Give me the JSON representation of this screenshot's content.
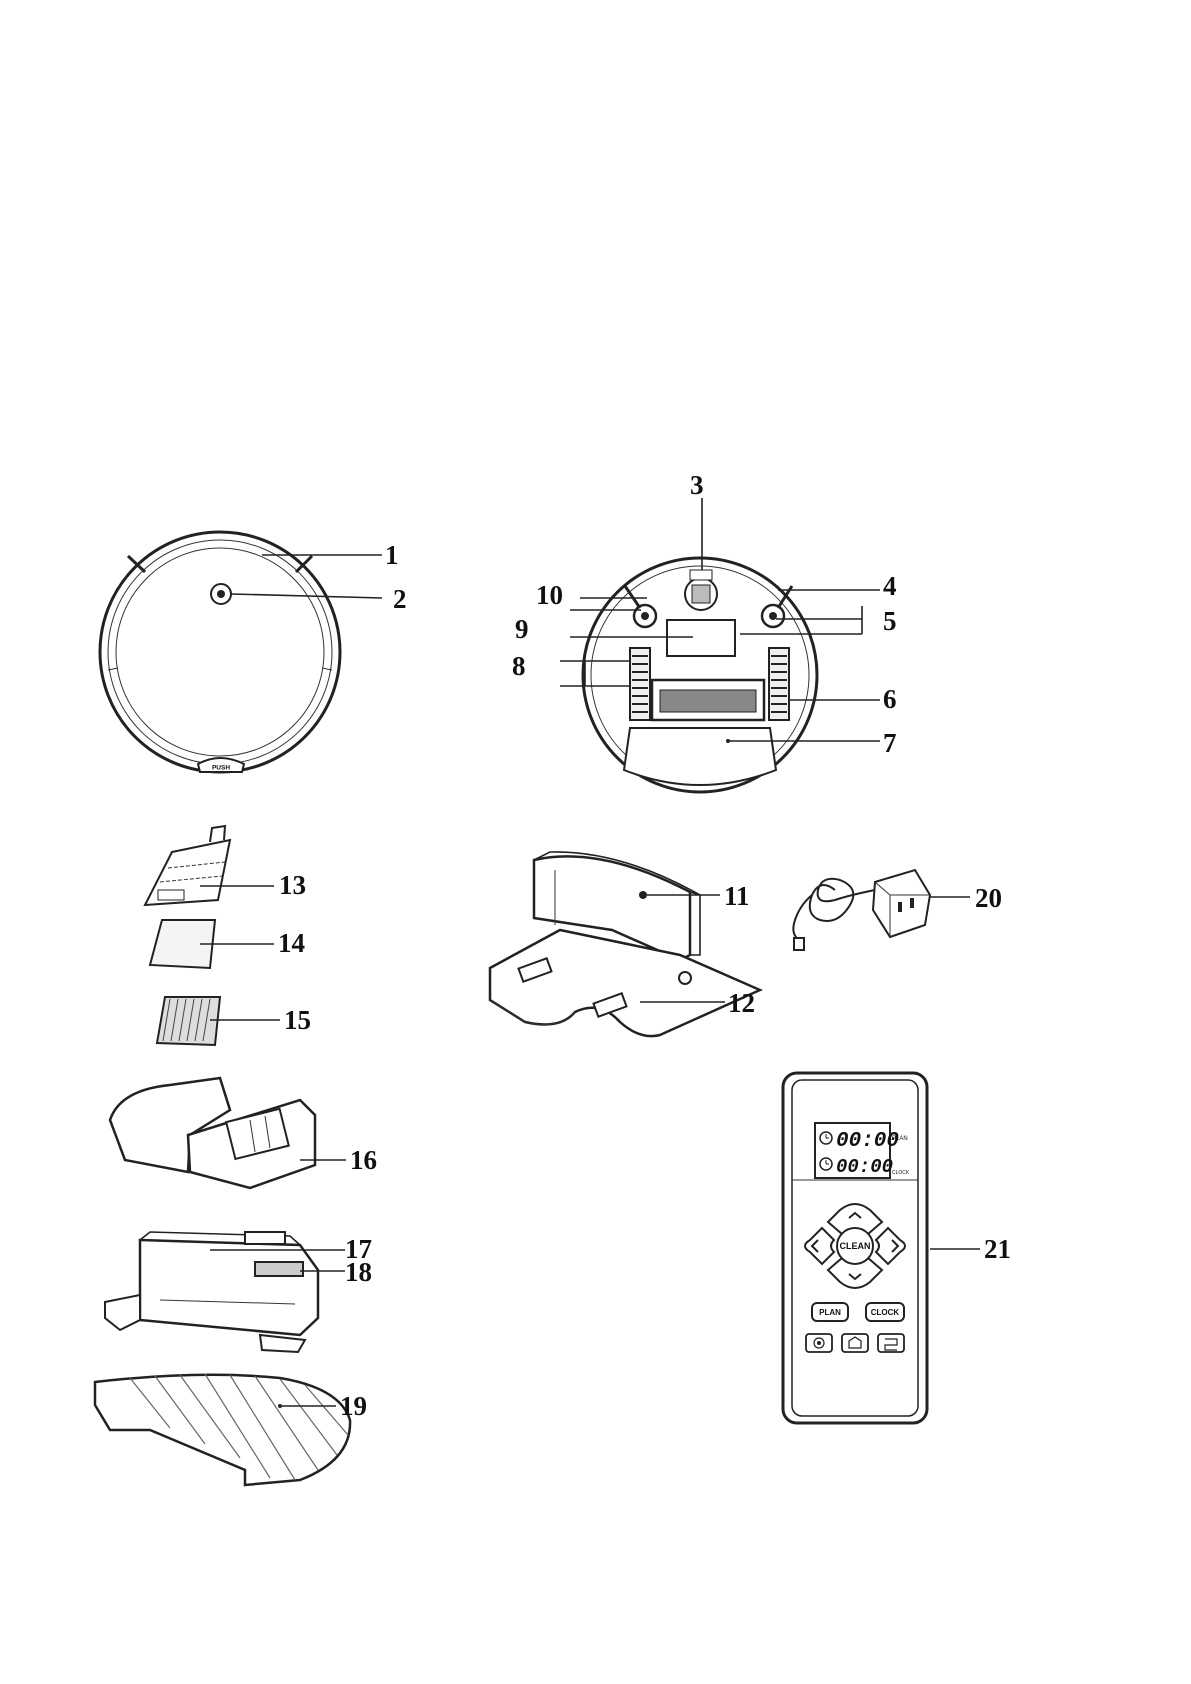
{
  "callouts": {
    "c1": "1",
    "c2": "2",
    "c3": "3",
    "c4": "4",
    "c5": "5",
    "c6": "6",
    "c7": "7",
    "c8": "8",
    "c9": "9",
    "c10": "10",
    "c11": "11",
    "c12": "12",
    "c13": "13",
    "c14": "14",
    "c15": "15",
    "c16": "16",
    "c17": "17",
    "c18": "18",
    "c19": "19",
    "c20": "20",
    "c21": "21"
  },
  "robot_top": {
    "bumper_label": "PUSH"
  },
  "remote": {
    "plan_time": "00:00",
    "clock_time": "00:00",
    "plan_indicator": "PLAN",
    "clock_indicator": "CLOCK",
    "clean_label": "CLEAN",
    "plan_button": "PLAN",
    "clock_button": "CLOCK",
    "icons": [
      "spot-clean-icon",
      "home-dock-icon",
      "edge-clean-icon",
      "alarm-clock-icon",
      "clock-icon"
    ]
  },
  "colors": {
    "ink": "#222222",
    "paper": "#ffffff",
    "shade": "#d9d9d9"
  }
}
